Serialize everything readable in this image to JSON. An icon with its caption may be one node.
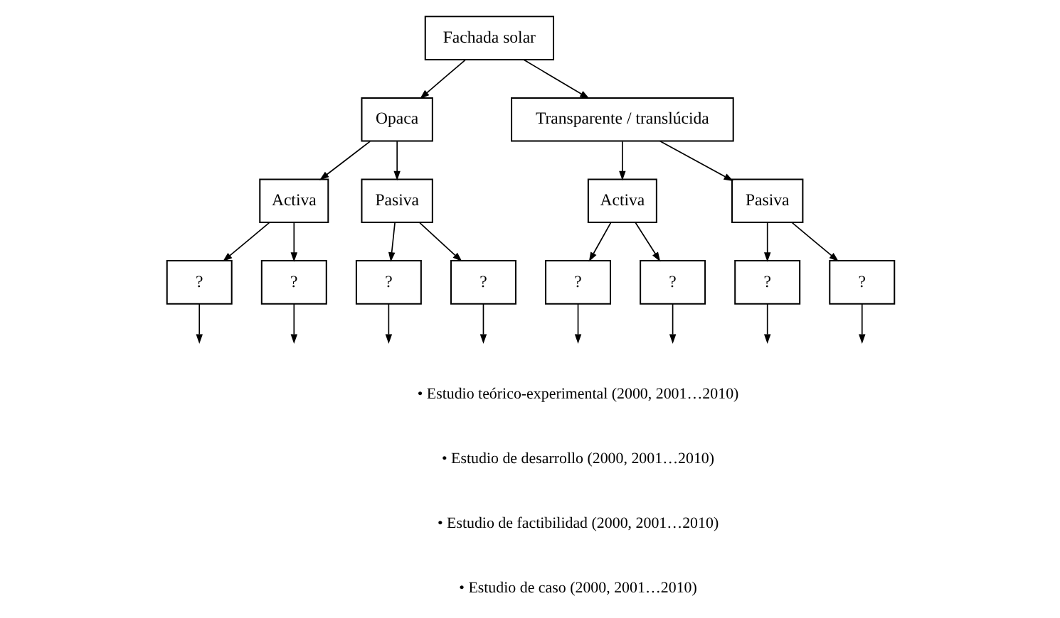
{
  "diagram": {
    "nodes": [
      {
        "text": [
          "Fachada solar"
        ]
      },
      {
        "text": [
          "Opaca"
        ]
      },
      {
        "text": [
          "Transparente / translúcida"
        ]
      },
      {
        "text": [
          "Activa"
        ]
      },
      {
        "text": [
          "Pasiva"
        ]
      },
      {
        "text": [
          "Activa"
        ]
      },
      {
        "text": [
          "Pasiva"
        ]
      },
      {
        "text": [
          "?"
        ]
      },
      {
        "text": [
          "?"
        ]
      },
      {
        "text": [
          "?"
        ]
      },
      {
        "text": [
          "?"
        ]
      },
      {
        "text": [
          "?"
        ]
      },
      {
        "text": [
          "?"
        ]
      },
      {
        "text": [
          "?"
        ]
      },
      {
        "text": [
          "?"
        ]
      }
    ],
    "edges": [
      {
        "from": 0,
        "to": 1,
        "arrow": "to"
      },
      {
        "from": 0,
        "to": 2,
        "arrow": "to"
      },
      {
        "from": 1,
        "to": 3,
        "arrow": "to"
      },
      {
        "from": 1,
        "to": 4,
        "arrow": "to"
      },
      {
        "from": 2,
        "to": 5,
        "arrow": "to"
      },
      {
        "from": 2,
        "to": 6,
        "arrow": "to"
      },
      {
        "from": 3,
        "to": 7,
        "arrow": "to"
      },
      {
        "from": 3,
        "to": 8,
        "arrow": "to"
      },
      {
        "from": 4,
        "to": 9,
        "arrow": "to"
      },
      {
        "from": 4,
        "to": 10,
        "arrow": "to"
      },
      {
        "from": 5,
        "to": 11,
        "arrow": "to"
      },
      {
        "from": 5,
        "to": 12,
        "arrow": "to"
      },
      {
        "from": 6,
        "to": 13,
        "arrow": "to"
      },
      {
        "from": 6,
        "to": 14,
        "arrow": "to"
      },
      {
        "from": 7,
        "to": null,
        "arrow": "to"
      },
      {
        "from": 8,
        "to": null,
        "arrow": "to"
      },
      {
        "from": 9,
        "to": null,
        "arrow": "to"
      },
      {
        "from": 10,
        "to": null,
        "arrow": "to"
      },
      {
        "from": 11,
        "to": null,
        "arrow": "to"
      },
      {
        "from": 12,
        "to": null,
        "arrow": "to"
      },
      {
        "from": 13,
        "to": null,
        "arrow": "to"
      },
      {
        "from": 14,
        "to": null,
        "arrow": "to"
      }
    ],
    "labels": [
      "• Estudio teórico-experimental (2000, 2001…2010)",
      "• Estudio de desarrollo (2000, 2001…2010)",
      "• Estudio de factibilidad (2000, 2001…2010)",
      "• Estudio de caso (2000, 2001…2010)"
    ]
  }
}
